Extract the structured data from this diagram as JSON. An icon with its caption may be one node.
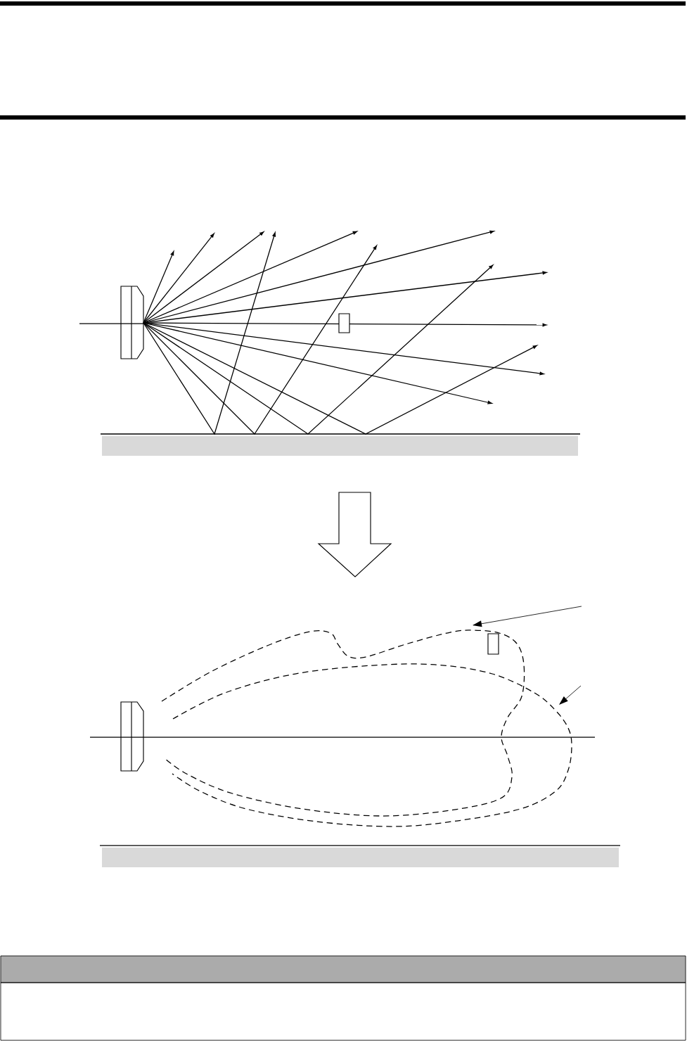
{
  "diagram": {
    "nodes": [
      {
        "text": [],
        "shape": "curve"
      },
      {
        "text": [],
        "shape": "curve"
      }
    ],
    "edges": [
      {
        "from": null,
        "to": 0,
        "arrow": "to"
      },
      {
        "from": null,
        "to": 1,
        "arrow": "to"
      }
    ]
  }
}
